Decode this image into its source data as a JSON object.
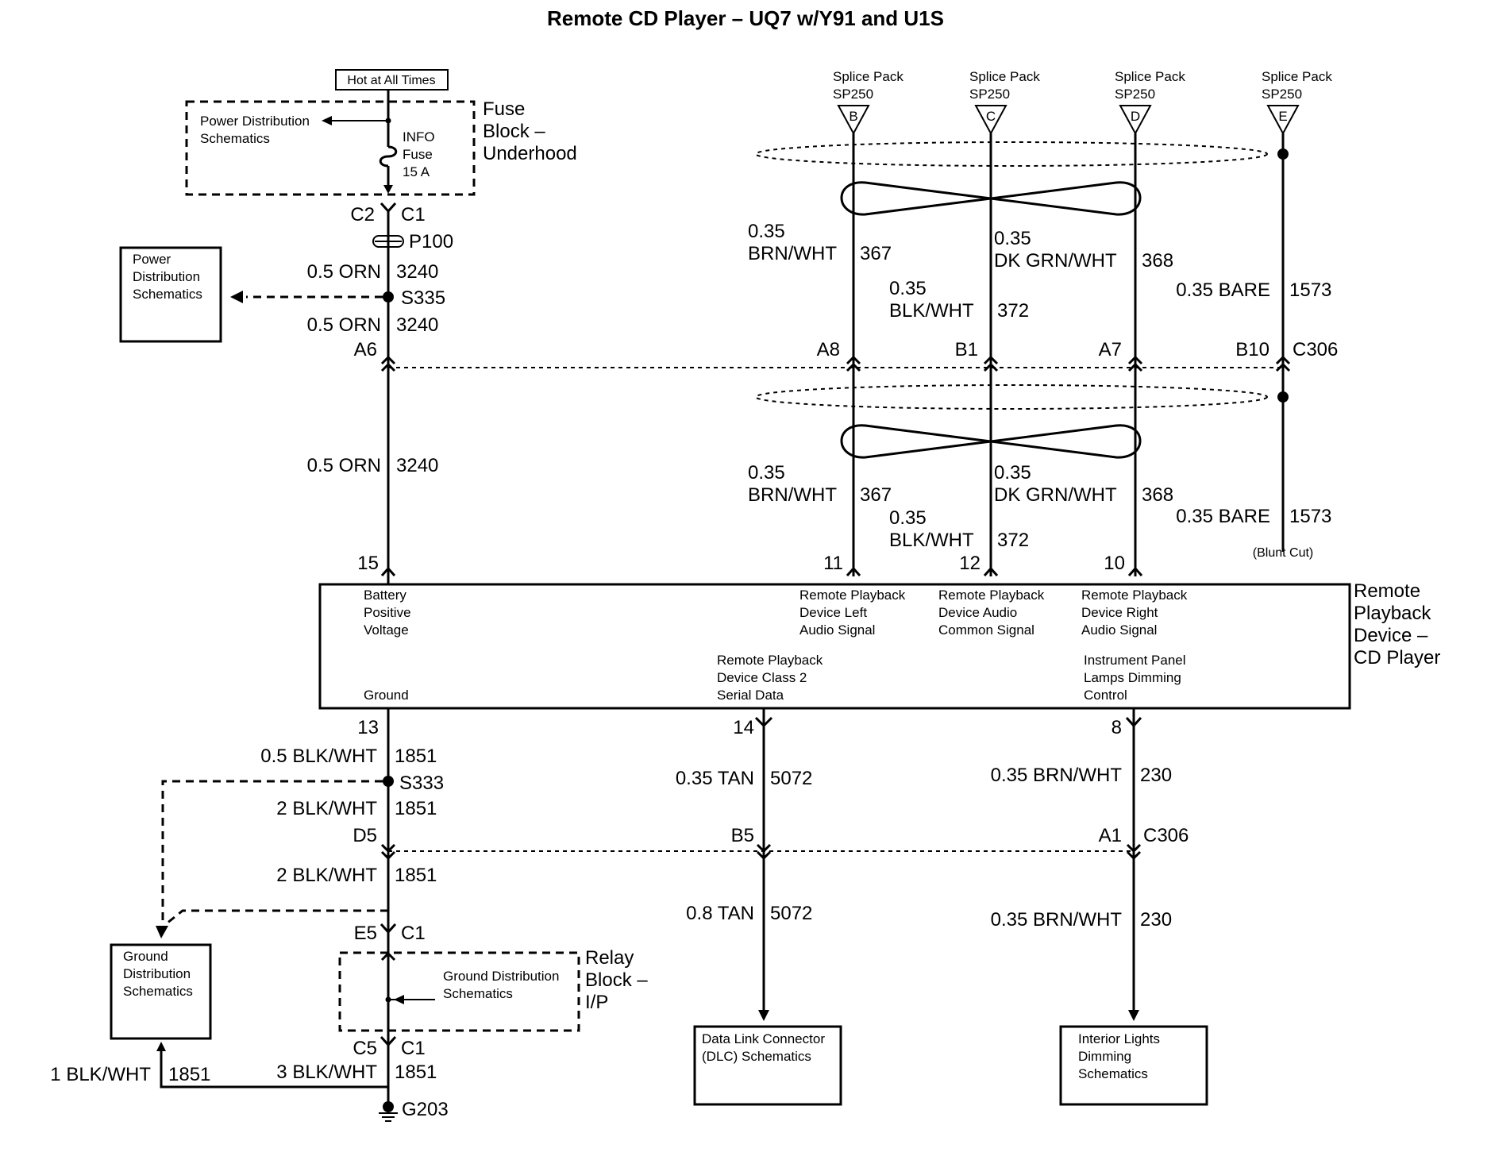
{
  "title": "Remote CD Player – UQ7 w/Y91 and U1S",
  "fuse_block": {
    "hot_label": "Hot at All Times",
    "power_dist": [
      "Power Distribution",
      "Schematics"
    ],
    "fuse": [
      "INFO",
      "Fuse",
      "15 A"
    ],
    "name": [
      "Fuse",
      "Block –",
      "Underhood"
    ]
  },
  "connectors": {
    "c2": "C2",
    "c1": "C1",
    "p100": "P100",
    "s335": "S335",
    "a6": "A6",
    "c306": "C306",
    "c306_lower": "C306",
    "d5": "D5",
    "b5": "B5",
    "a1": "A1",
    "e5": "E5",
    "c1_relay": "C1",
    "c5": "C5",
    "c1_bottom": "C1",
    "s333": "S333",
    "g203": "G203"
  },
  "power_dist_box": [
    "Power",
    "Distribution",
    "Schematics"
  ],
  "wires_power": [
    {
      "gauge": "0.5 ORN",
      "circuit": "3240"
    },
    {
      "gauge": "0.5 ORN",
      "circuit": "3240"
    },
    {
      "gauge": "0.5 ORN",
      "circuit": "3240"
    }
  ],
  "splice_packs": [
    {
      "label": "Splice Pack",
      "id": "SP250",
      "pin": "B"
    },
    {
      "label": "Splice Pack",
      "id": "SP250",
      "pin": "C"
    },
    {
      "label": "Splice Pack",
      "id": "SP250",
      "pin": "D"
    },
    {
      "label": "Splice Pack",
      "id": "SP250",
      "pin": "E"
    }
  ],
  "upper_wires": {
    "w367": {
      "gauge1": "0.35",
      "gauge2": "BRN/WHT",
      "circuit": "367"
    },
    "w372": {
      "gauge1": "0.35",
      "gauge2": "BLK/WHT",
      "circuit": "372"
    },
    "w368": {
      "gauge1": "0.35",
      "gauge2": "DK GRN/WHT",
      "circuit": "368"
    },
    "w1573": {
      "gauge": "0.35 BARE",
      "circuit": "1573"
    }
  },
  "c306_pins": {
    "a8": "A8",
    "b1": "B1",
    "a7": "A7",
    "b10": "B10"
  },
  "lower_wires": {
    "w367": {
      "gauge1": "0.35",
      "gauge2": "BRN/WHT",
      "circuit": "367"
    },
    "w372": {
      "gauge1": "0.35",
      "gauge2": "BLK/WHT",
      "circuit": "372"
    },
    "w368": {
      "gauge1": "0.35",
      "gauge2": "DK GRN/WHT",
      "circuit": "368"
    },
    "w1573": {
      "gauge": "0.35 BARE",
      "circuit": "1573"
    },
    "blunt": "(Blunt Cut)"
  },
  "device_pins_top": {
    "p15": "15",
    "p11": "11",
    "p12": "12",
    "p10": "10"
  },
  "device": {
    "name": [
      "Remote",
      "Playback",
      "Device –",
      "CD Player"
    ],
    "battery": [
      "Battery",
      "Positive",
      "Voltage"
    ],
    "left": [
      "Remote Playback",
      "Device Left",
      "Audio Signal"
    ],
    "common": [
      "Remote Playback",
      "Device Audio",
      "Common Signal"
    ],
    "right": [
      "Remote Playback",
      "Device Right",
      "Audio Signal"
    ],
    "serial": [
      "Remote Playback",
      "Device Class 2",
      "Serial Data"
    ],
    "dimming": [
      "Instrument Panel",
      "Lamps Dimming",
      "Control"
    ],
    "ground": "Ground"
  },
  "device_pins_bottom": {
    "p13": "13",
    "p14": "14",
    "p8": "8"
  },
  "ground_wires": {
    "w1": {
      "gauge": "0.5 BLK/WHT",
      "circuit": "1851"
    },
    "w2": {
      "gauge": "2 BLK/WHT",
      "circuit": "1851"
    },
    "w3": {
      "gauge": "2 BLK/WHT",
      "circuit": "1851"
    },
    "w4": {
      "gauge": "3 BLK/WHT",
      "circuit": "1851"
    },
    "w5": {
      "gauge": "1 BLK/WHT",
      "circuit": "1851"
    }
  },
  "data_wires": {
    "upper": {
      "gauge": "0.35 TAN",
      "circuit": "5072"
    },
    "lower": {
      "gauge": "0.8 TAN",
      "circuit": "5072"
    }
  },
  "dim_wires": {
    "upper": {
      "gauge": "0.35 BRN/WHT",
      "circuit": "230"
    },
    "lower": {
      "gauge": "0.35 BRN/WHT",
      "circuit": "230"
    }
  },
  "ground_dist_box": [
    "Ground",
    "Distribution",
    "Schematics"
  ],
  "relay_block": {
    "ground_dist": [
      "Ground Distribution",
      "Schematics"
    ],
    "name": [
      "Relay",
      "Block –",
      "I/P"
    ]
  },
  "dlc_box": [
    "Data Link Connector",
    "(DLC) Schematics"
  ],
  "lights_box": [
    "Interior Lights",
    "Dimming",
    "Schematics"
  ]
}
